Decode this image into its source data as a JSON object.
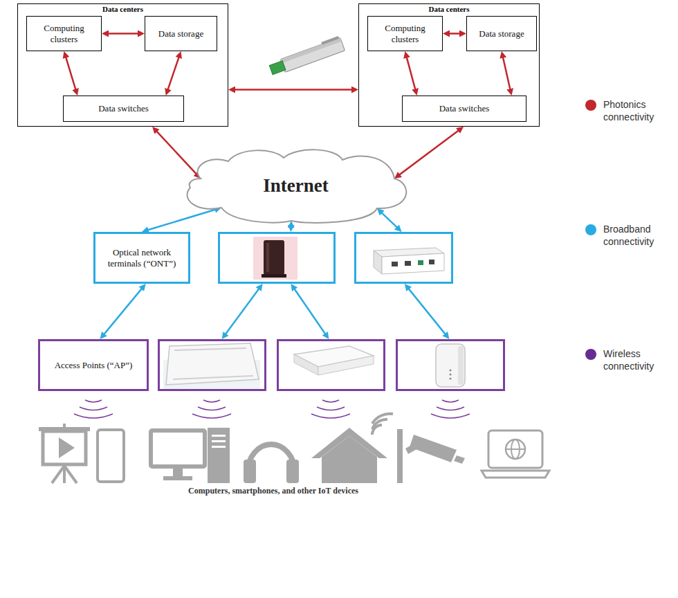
{
  "diagram": {
    "nodes": [
      {
        "text": [
          "Data centers"
        ]
      },
      {
        "text": [
          "Computing clusters"
        ],
        "in": 0
      },
      {
        "text": [
          "Data storage"
        ],
        "in": 0
      },
      {
        "text": [
          "Data switches"
        ],
        "in": 0
      },
      {
        "text": [
          "Data centers"
        ]
      },
      {
        "text": [
          "Computing clusters"
        ],
        "in": 4
      },
      {
        "text": [
          "Data storage"
        ],
        "in": 4
      },
      {
        "text": [
          "Data switches"
        ],
        "in": 4
      },
      {
        "text": [
          "Internet"
        ]
      },
      {
        "text": [
          "Optical network terminals (“ONT”)"
        ]
      },
      {
        "text": []
      },
      {
        "text": []
      },
      {
        "text": [
          "Access Points (“AP”)"
        ]
      },
      {
        "text": []
      },
      {
        "text": []
      },
      {
        "text": []
      }
    ],
    "edges": [
      {
        "from": 1,
        "to": 2,
        "arrow": "both"
      },
      {
        "from": 1,
        "to": 3,
        "arrow": "both"
      },
      {
        "from": 2,
        "to": 3,
        "arrow": "both"
      },
      {
        "from": 5,
        "to": 6,
        "arrow": "both"
      },
      {
        "from": 5,
        "to": 7,
        "arrow": "both"
      },
      {
        "from": 6,
        "to": 7,
        "arrow": "both"
      },
      {
        "from": 0,
        "to": 4,
        "arrow": "both"
      },
      {
        "from": 0,
        "to": 8,
        "arrow": "both"
      },
      {
        "from": 4,
        "to": 8,
        "arrow": "both"
      },
      {
        "from": 8,
        "to": 9,
        "arrow": "both"
      },
      {
        "from": 8,
        "to": 10,
        "arrow": "both"
      },
      {
        "from": 8,
        "to": 11,
        "arrow": "both"
      },
      {
        "from": 9,
        "to": 12,
        "arrow": "both"
      },
      {
        "from": 10,
        "to": 13,
        "arrow": "both"
      },
      {
        "from": 10,
        "to": 14,
        "arrow": "both"
      },
      {
        "from": 11,
        "to": 15,
        "arrow": "both"
      }
    ],
    "labels": [
      "Computers, smartphones, and other IoT devices"
    ],
    "legend": [
      {
        "text": "Photonics connectivity",
        "color": "#c1272d"
      },
      {
        "text": "Broadband connectivity",
        "color": "#29abe2"
      },
      {
        "text": "Wireless connectivity",
        "color": "#662d91"
      }
    ]
  }
}
